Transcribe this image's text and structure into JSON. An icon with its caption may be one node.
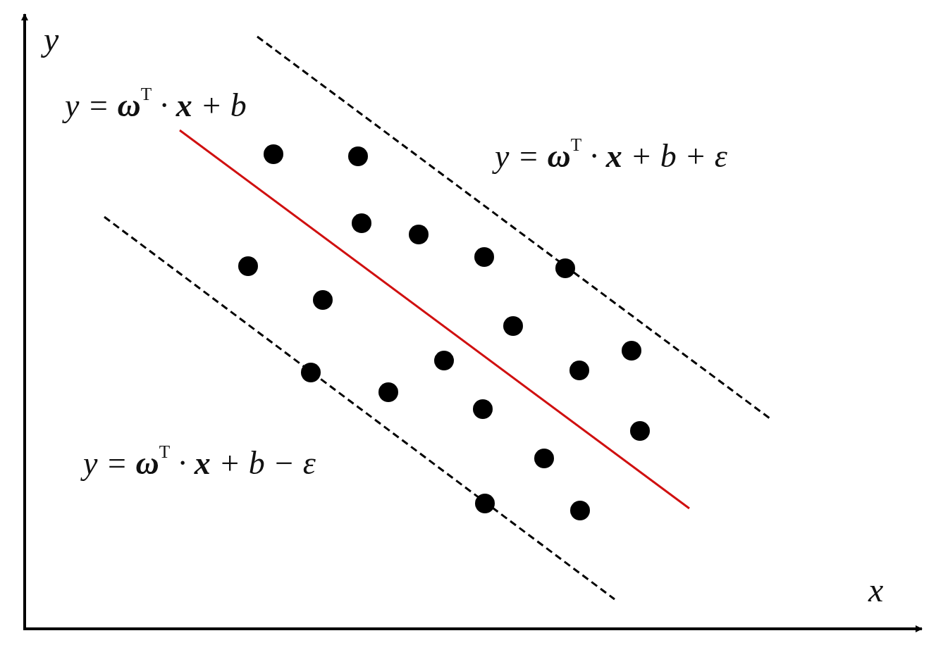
{
  "diagram": {
    "labels": [
      "y",
      "y = **ω**$^{T}$ · **x** + b",
      "y = **ω**$^{T}$ · **x** + b + ε",
      "y = **ω**$^{T}$ · **x** + b − ε",
      "x"
    ]
  }
}
